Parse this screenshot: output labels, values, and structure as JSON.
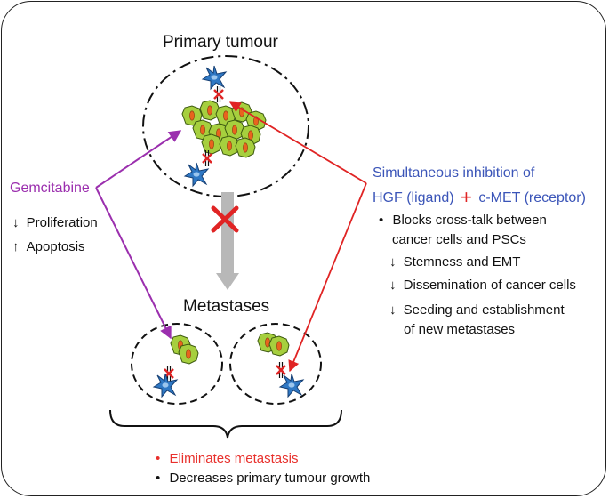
{
  "title_primary": "Primary tumour",
  "title_metastases": "Metastases",
  "gemcitabine": {
    "label": "Gemcitabine",
    "effects": [
      {
        "direction": "down",
        "text": "Proliferation"
      },
      {
        "direction": "up",
        "text": "Apoptosis"
      }
    ]
  },
  "inhibition": {
    "line1": "Simultaneous inhibition of",
    "ligand": "HGF (ligand)",
    "plus": "+",
    "receptor": "c-MET (receptor)",
    "bullet_line1": "Blocks cross-talk between",
    "bullet_line2": "cancer cells and PSCs",
    "effects": [
      {
        "direction": "down",
        "lines": [
          "Stemness and EMT"
        ]
      },
      {
        "direction": "down",
        "lines": [
          "Dissemination of cancer cells"
        ]
      },
      {
        "direction": "down",
        "lines": [
          "Seeding and establishment",
          "of new metastases"
        ]
      }
    ]
  },
  "outcomes": [
    {
      "text": "Eliminates metastasis",
      "color": "#e8302c"
    },
    {
      "text": "Decreases primary tumour growth",
      "color": "#111111"
    }
  ],
  "colors": {
    "purple": "#9b2fae",
    "red": "#e02424",
    "blue_text": "#3b55b8",
    "tumour_green": "#a6cf3e",
    "tumour_nucleus": "#e8641e",
    "psc_blue": "#2f78c4",
    "grey_arrow": "#b8b8b8"
  }
}
